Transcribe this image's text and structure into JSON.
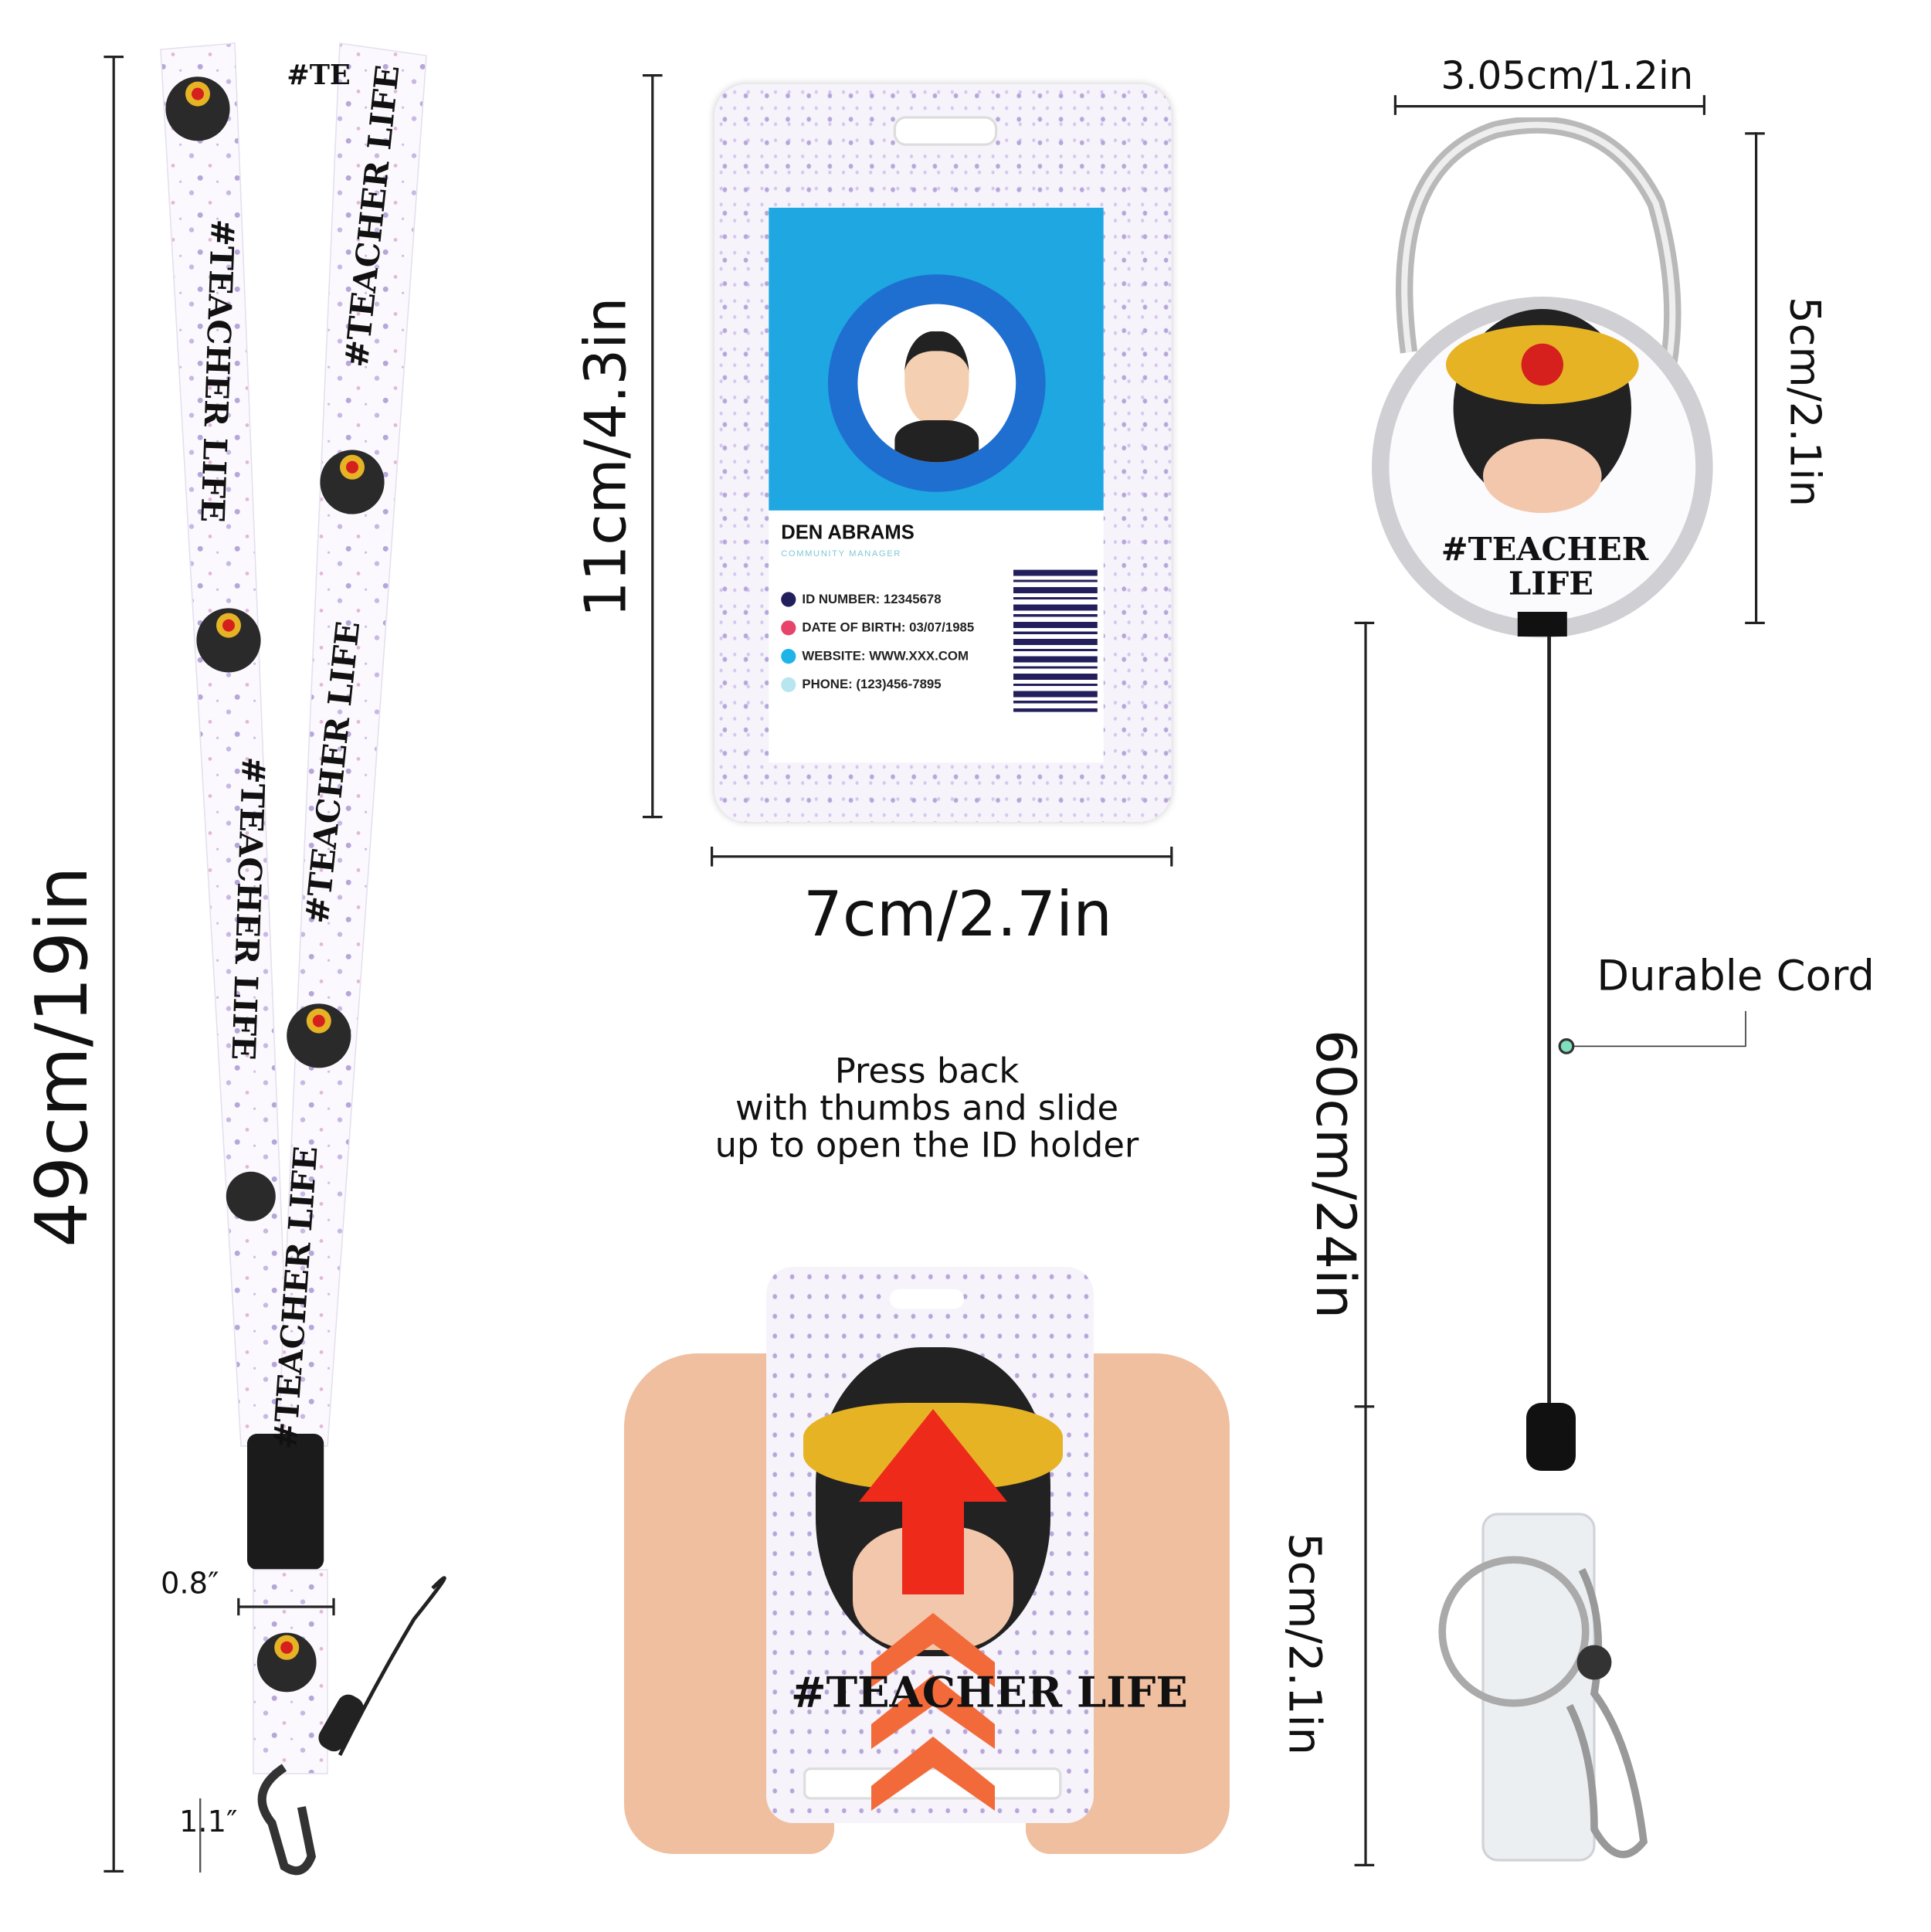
{
  "lanyard": {
    "length_label": "49cm/19in",
    "width_label": "0.8″",
    "hook_label": "1.1″",
    "print_text": "#TEACHER LIFE",
    "print_text_short": "#TE"
  },
  "id_holder": {
    "height_label": "11cm/4.3in",
    "width_label": "7cm/2.7in",
    "card": {
      "name": "DEN ABRAMS",
      "title": "COMMUNITY MANAGER",
      "fields": [
        {
          "text": "ID NUMBER: 12345678",
          "color": "#231f5c"
        },
        {
          "text": "DATE OF BIRTH: 03/07/1985",
          "color": "#e8436a"
        },
        {
          "text": "WEBSITE: WWW.XXX.COM",
          "color": "#1fb4e8"
        },
        {
          "text": "PHONE: (123)456-7895",
          "color": "#b7e6ef"
        }
      ],
      "header_color": "#1ea7e1"
    }
  },
  "instructions": {
    "lines": [
      "Press back",
      "with thumbs and slide",
      "up to open the ID holder"
    ]
  },
  "open_holder": {
    "print_text": "#TEACHER LIFE"
  },
  "badge_reel": {
    "width_label": "3.05cm/1.2in",
    "height_label": "5cm/2.1in",
    "cord_length_label": "60cm/24in",
    "clip_length_label": "5cm/2.1in",
    "cord_callout": "Durable Cord",
    "print_line1": "#TEACHER",
    "print_line2": "LIFE"
  },
  "colors": {
    "speckle": "#b7a6da",
    "arrow": "#ee2a1b",
    "skin": "#f0c2a3"
  }
}
